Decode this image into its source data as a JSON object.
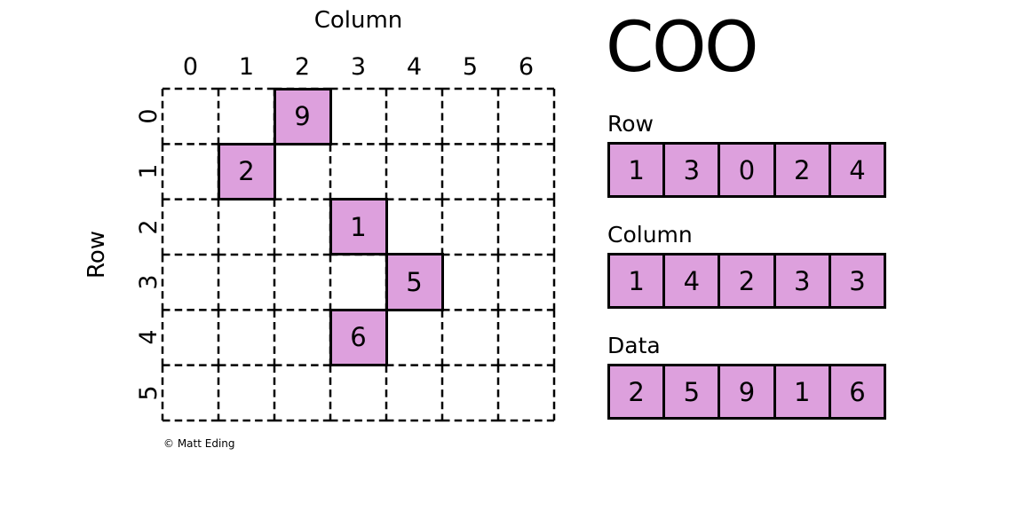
{
  "title": "COO",
  "colors": {
    "cell_fill": "#DDA0DD",
    "line": "#000000",
    "background": "#FFFFFF",
    "text": "#000000"
  },
  "grid": {
    "col_axis_label": "Column",
    "row_axis_label": "Row",
    "col_ticks": [
      "0",
      "1",
      "2",
      "3",
      "4",
      "5",
      "6"
    ],
    "row_ticks": [
      "0",
      "1",
      "2",
      "3",
      "4",
      "5"
    ],
    "filled_cells": [
      {
        "row": 0,
        "col": 2,
        "value": "9"
      },
      {
        "row": 1,
        "col": 1,
        "value": "2"
      },
      {
        "row": 2,
        "col": 3,
        "value": "1"
      },
      {
        "row": 3,
        "col": 4,
        "value": "5"
      },
      {
        "row": 4,
        "col": 3,
        "value": "6"
      }
    ],
    "credit": "© Matt Eding"
  },
  "arrays": [
    {
      "label": "Row",
      "values": [
        "1",
        "3",
        "0",
        "2",
        "4"
      ]
    },
    {
      "label": "Column",
      "values": [
        "1",
        "4",
        "2",
        "3",
        "3"
      ]
    },
    {
      "label": "Data",
      "values": [
        "2",
        "5",
        "9",
        "1",
        "6"
      ]
    }
  ]
}
